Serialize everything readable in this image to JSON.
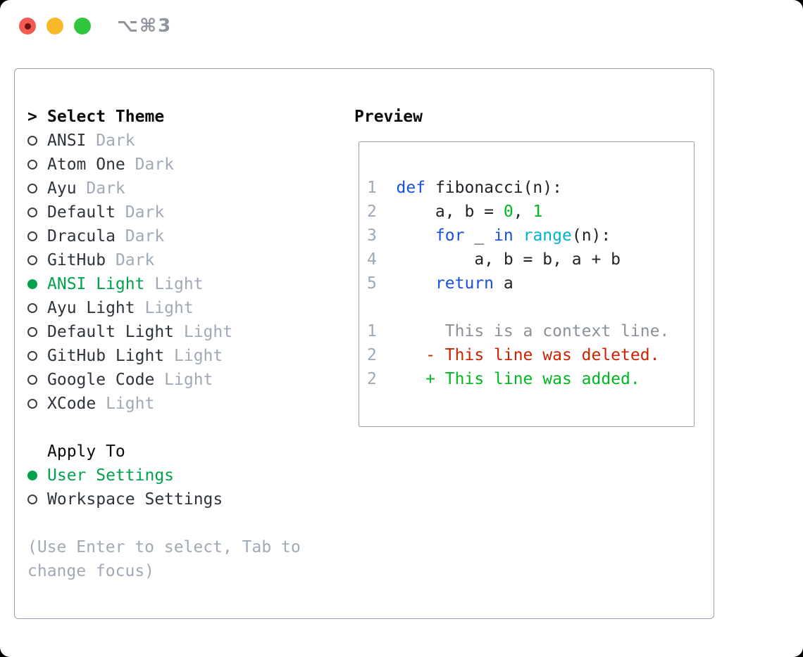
{
  "window": {
    "title": "⌥⌘3",
    "traffic_lights": [
      {
        "name": "close",
        "color": "#f25a52"
      },
      {
        "name": "minimize",
        "color": "#f9b82a"
      },
      {
        "name": "zoom",
        "color": "#2fc63e"
      }
    ]
  },
  "theme_panel": {
    "header_marker": ">",
    "header": "Select Theme",
    "items": [
      {
        "name": "ANSI",
        "variant": "Dark",
        "selected": false
      },
      {
        "name": "Atom One",
        "variant": "Dark",
        "selected": false
      },
      {
        "name": "Ayu",
        "variant": "Dark",
        "selected": false
      },
      {
        "name": "Default",
        "variant": "Dark",
        "selected": false
      },
      {
        "name": "Dracula",
        "variant": "Dark",
        "selected": false
      },
      {
        "name": "GitHub",
        "variant": "Dark",
        "selected": false
      },
      {
        "name": "ANSI Light",
        "variant": "Light",
        "selected": true
      },
      {
        "name": "Ayu Light",
        "variant": "Light",
        "selected": false
      },
      {
        "name": "Default Light",
        "variant": "Light",
        "selected": false
      },
      {
        "name": "GitHub Light",
        "variant": "Light",
        "selected": false
      },
      {
        "name": "Google Code",
        "variant": "Light",
        "selected": false
      },
      {
        "name": "XCode",
        "variant": "Light",
        "selected": false
      }
    ],
    "apply_to": {
      "header": "Apply To",
      "options": [
        {
          "label": "User Settings",
          "selected": true
        },
        {
          "label": "Workspace Settings",
          "selected": false
        }
      ]
    },
    "help_text": "(Use Enter to select, Tab to change focus)"
  },
  "preview": {
    "header": "Preview",
    "code_lines": [
      {
        "num": "1",
        "segments": [
          {
            "text": "def",
            "style": "keyword"
          },
          {
            "text": " fibonacci(n):",
            "style": "plain"
          }
        ]
      },
      {
        "num": "2",
        "segments": [
          {
            "text": "    a, b = ",
            "style": "plain"
          },
          {
            "text": "0",
            "style": "number"
          },
          {
            "text": ", ",
            "style": "plain"
          },
          {
            "text": "1",
            "style": "number"
          }
        ]
      },
      {
        "num": "3",
        "segments": [
          {
            "text": "    ",
            "style": "plain"
          },
          {
            "text": "for",
            "style": "keyword"
          },
          {
            "text": " _ ",
            "style": "plain"
          },
          {
            "text": "in",
            "style": "keyword"
          },
          {
            "text": " ",
            "style": "plain"
          },
          {
            "text": "range",
            "style": "builtin"
          },
          {
            "text": "(n):",
            "style": "plain"
          }
        ]
      },
      {
        "num": "4",
        "segments": [
          {
            "text": "        a, b = b, a + b",
            "style": "plain"
          }
        ]
      },
      {
        "num": "5",
        "segments": [
          {
            "text": "    ",
            "style": "plain"
          },
          {
            "text": "return",
            "style": "keyword"
          },
          {
            "text": " a",
            "style": "plain"
          }
        ]
      }
    ],
    "diff_lines": [
      {
        "num": "1",
        "text": "     This is a context line.",
        "kind": "context"
      },
      {
        "num": "2",
        "text": "   - This line was deleted.",
        "kind": "deleted"
      },
      {
        "num": "2",
        "text": "   + This line was added.",
        "kind": "added"
      }
    ]
  },
  "colors": {
    "selection_green": "#00a24c",
    "code_keyword_blue": "#1b4fdc",
    "code_builtin_cyan": "#00b3cc",
    "code_number_green": "#00b81f",
    "diff_added_green": "#00b81f",
    "diff_deleted_red": "#cc2200",
    "diff_context_gray": "#8a9199",
    "muted_gray": "#a0aab6",
    "panel_border": "#99a2ae"
  }
}
